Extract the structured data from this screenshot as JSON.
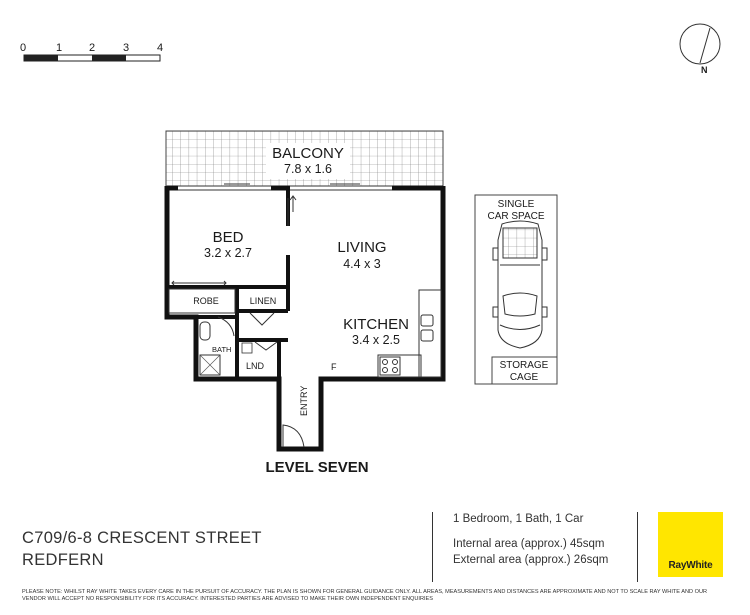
{
  "scale_bar": {
    "ticks": [
      "0",
      "1",
      "2",
      "3",
      "4"
    ]
  },
  "compass": {
    "north_label": "N"
  },
  "rooms": {
    "balcony": {
      "name": "BALCONY",
      "dims": "7.8 x 1.6"
    },
    "bed": {
      "name": "BED",
      "dims": "3.2 x 2.7"
    },
    "living": {
      "name": "LIVING",
      "dims": "4.4 x 3"
    },
    "kitchen": {
      "name": "KITCHEN",
      "dims": "3.4 x 2.5"
    },
    "robe": "ROBE",
    "linen": "LINEN",
    "bath": "BATH",
    "laundry": "LND",
    "entry": "ENTRY",
    "fridge": "F"
  },
  "car_space": {
    "line1": "SINGLE",
    "line2": "CAR SPACE",
    "storage1": "STORAGE",
    "storage2": "CAGE"
  },
  "level": "LEVEL SEVEN",
  "address": {
    "line1": "C709/6-8 CRESCENT STREET",
    "line2": "REDFERN"
  },
  "info": {
    "summary": "1 Bedroom, 1 Bath, 1 Car",
    "internal": "Internal area (approx.) 45sqm",
    "external": "External area (approx.) 26sqm"
  },
  "brand": {
    "name": "RayWhite",
    "color": "#ffe600"
  },
  "disclaimer": "PLEASE NOTE: WHILST RAY WHITE TAKES EVERY CARE IN THE PURSUIT OF ACCURACY. THE PLAN IS SHOWN FOR GENERAL GUIDANCE ONLY. ALL AREAS, MEASUREMENTS AND DISTANCES ARE APPROXIMATE AND NOT TO SCALE RAY WHITE AND OUR VENDOR WILL ACCEPT NO RESPONSIBILITY FOR ITS ACCURACY. INTERESTED PARTIES ARE ADVISED TO MAKE THEIR OWN INDEPENDENT ENQUIRIES"
}
